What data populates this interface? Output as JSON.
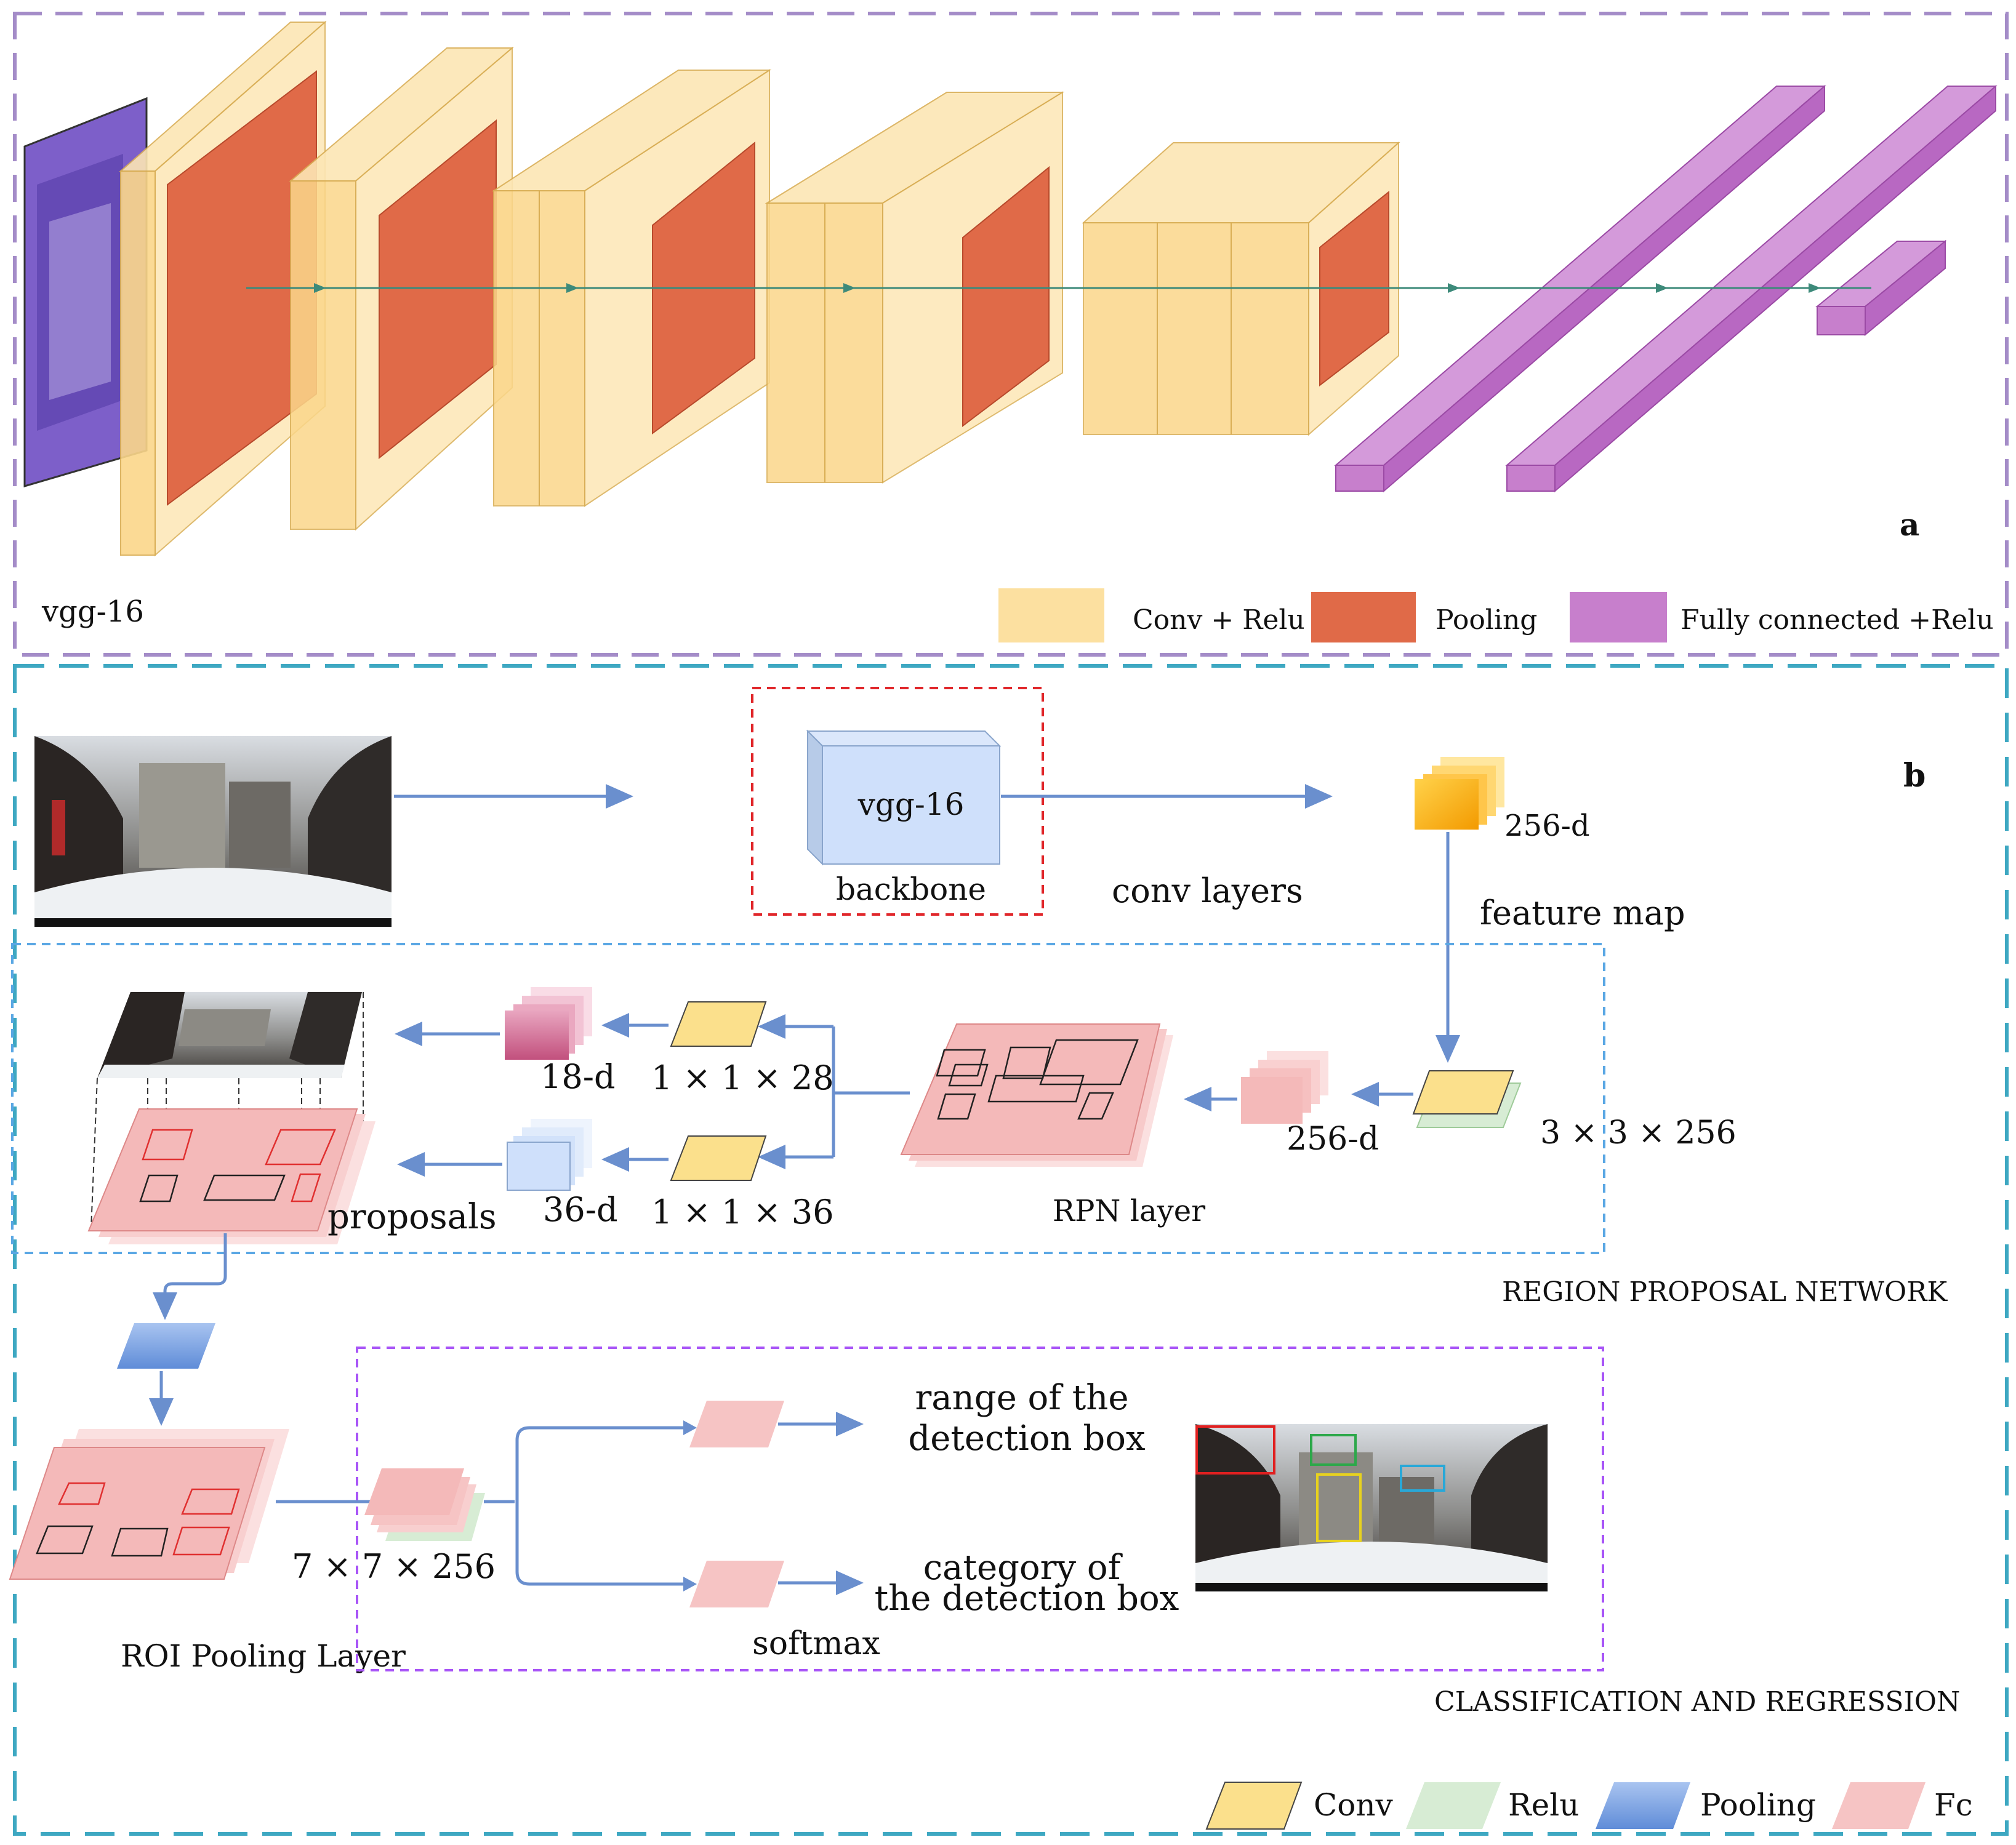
{
  "panel_a": {
    "title": "vgg-16",
    "panel_letter": "a",
    "legend": [
      {
        "label": "Conv + Relu",
        "color": "#fce0a0"
      },
      {
        "label": "Pooling",
        "color": "#e06a48"
      },
      {
        "label": "Fully connected +Relu",
        "color": "#c77fcc"
      }
    ]
  },
  "panel_b": {
    "panel_letter": "b",
    "backbone": {
      "block_label": "vgg-16",
      "caption": "backbone"
    },
    "conv_layers_label": "conv layers",
    "feature_map_dim": "256-d",
    "feature_map_label": "feature map",
    "rpn": {
      "section_title": "REGION PROPOSAL NETWORK",
      "conv3_label": "3 × 3 × 256",
      "dim_256": "256-d",
      "layer_label": "RPN layer",
      "cls_conv_label": "1 × 1 × 28",
      "reg_conv_label": "1 × 1 × 36",
      "cls_dim": "18-d",
      "reg_dim": "36-d",
      "proposals_label": "proposals"
    },
    "roi": {
      "layer_label": "ROI Pooling Layer",
      "size_label": "7 × 7 × 256"
    },
    "classification": {
      "section_title": "CLASSIFICATION AND REGRESSION",
      "range_label_line1": "range of the",
      "range_label_line2": "detection box",
      "category_label_line1": "category of",
      "category_label_line2": "the detection box",
      "softmax_label": "softmax"
    },
    "legend": [
      {
        "label": "Conv",
        "color": "#fbe08c"
      },
      {
        "label": "Relu",
        "color": "#d7ecd4"
      },
      {
        "label": "Pooling",
        "color": "#8fb2e6"
      },
      {
        "label": "Fc",
        "color": "#f6c4c4"
      }
    ]
  }
}
